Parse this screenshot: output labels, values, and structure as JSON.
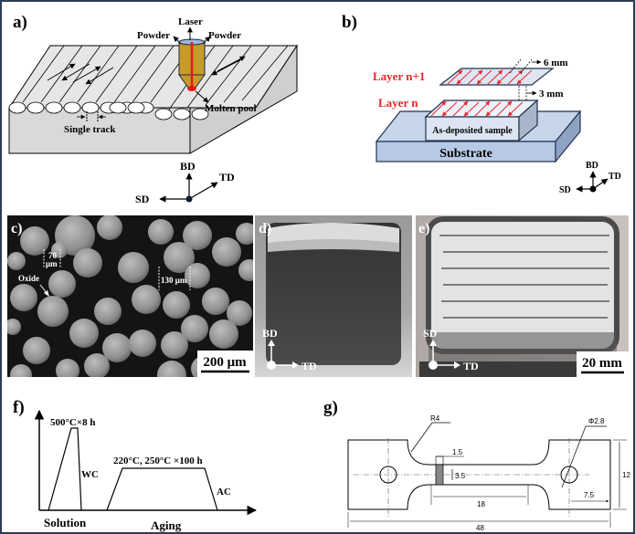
{
  "panels": {
    "a": {
      "label": "a)",
      "laser": "Laser",
      "powder_left": "Powder",
      "powder_right": "Powder",
      "molten_pool": "Molten pool",
      "single_track": "Single track",
      "axes": {
        "bd": "BD",
        "td": "TD",
        "sd": "SD"
      }
    },
    "b": {
      "label": "b)",
      "layer_n1": "Layer n+1",
      "layer_n": "Layer n",
      "dim_6": "6 mm",
      "dim_3": "3 mm",
      "sample": "As-deposited sample",
      "substrate": "Substrate",
      "axes": {
        "bd": "BD",
        "td": "TD",
        "sd": "SD"
      },
      "accent": "#e8262a"
    },
    "c": {
      "label": "c)",
      "d70_top": "70",
      "d70_bottom": "μm",
      "d130": "130 μm",
      "oxide": "Oxide",
      "scale": "200 μm"
    },
    "d": {
      "label": "d)",
      "axes": {
        "bd": "BD",
        "td": "TD"
      }
    },
    "e": {
      "label": "e)",
      "axes": {
        "sd": "SD",
        "td": "TD"
      },
      "scale": "20 mm"
    },
    "f": {
      "label": "f)",
      "solution_temp": "500°C×8 h",
      "wc": "WC",
      "aging_temp": "220°C, 250°C ×100 h",
      "ac": "AC",
      "solution": "Solution",
      "aging": "Aging"
    },
    "g": {
      "label": "g)",
      "r4": "R4",
      "phi": "Φ2.8",
      "d1_5": "1.5",
      "d3_5": "3.5",
      "d18": "18",
      "d12": "12",
      "d7_5": "7.5",
      "d48": "48"
    }
  }
}
